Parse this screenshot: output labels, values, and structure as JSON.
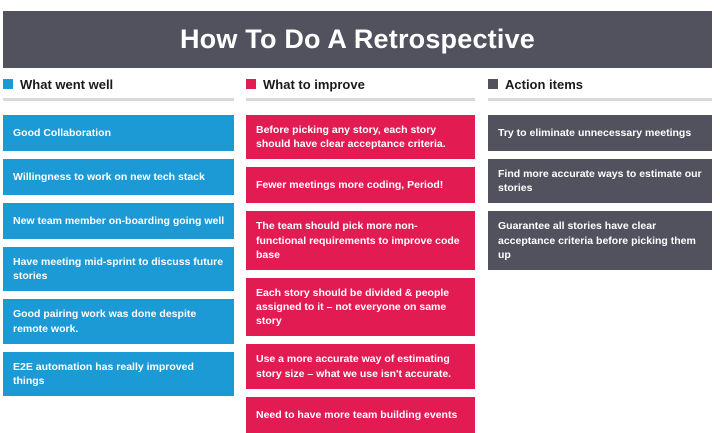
{
  "header": {
    "title": "How To Do A Retrospective"
  },
  "colors": {
    "title_bar": "#52525F",
    "went_well": "#1C9AD6",
    "to_improve": "#E31B53",
    "action_items": "#52525F",
    "rule": "#d9d9d9",
    "page_background": "#ffffff",
    "card_text": "#ffffff",
    "header_text": "#1a1a1a"
  },
  "columns": [
    {
      "id": "what-went-well",
      "label": "What went well",
      "swatch_color": "#1C9AD6",
      "swatch_icon": "square-swatch-icon",
      "cards": [
        "Good Collaboration",
        "Willingness to work on new tech stack",
        "New team member on-boarding going well",
        "Have meeting mid-sprint to discuss future stories",
        "Good pairing work was done despite remote work.",
        "E2E automation has really improved things"
      ]
    },
    {
      "id": "what-to-improve",
      "label": "What to improve",
      "swatch_color": "#E31B53",
      "swatch_icon": "square-swatch-icon",
      "cards": [
        "Before picking any story, each story should have clear acceptance criteria.",
        "Fewer meetings more coding, Period!",
        "The team should pick more non-functional requirements to improve code base",
        "Each story should be divided & people assigned to it – not everyone on same story",
        "Use a more accurate way of estimating story size – what we use isn't accurate.",
        "Need to have more team building events"
      ]
    },
    {
      "id": "action-items",
      "label": "Action items",
      "swatch_color": "#52525F",
      "swatch_icon": "square-swatch-icon",
      "cards": [
        "Try to eliminate unnecessary meetings",
        "Find more accurate ways to estimate our stories",
        "Guarantee all stories have clear acceptance criteria before picking them up"
      ]
    }
  ]
}
